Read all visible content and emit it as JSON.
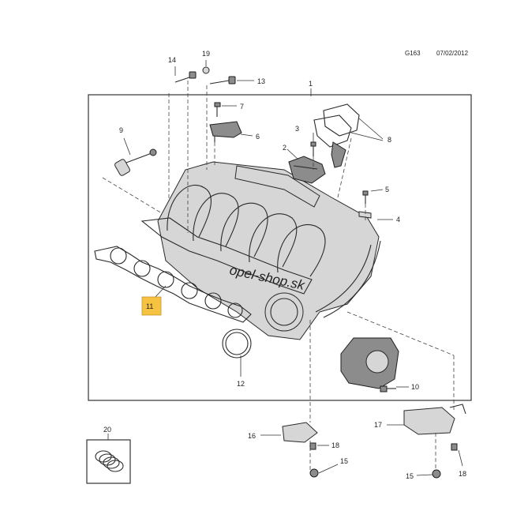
{
  "header": {
    "code": "G163",
    "date": "07/02/2012"
  },
  "watermark": "opel-shop.sk",
  "callouts": {
    "c1": "1",
    "c2": "2",
    "c3": "3",
    "c4": "4",
    "c5": "5",
    "c6": "6",
    "c7": "7",
    "c8": "8",
    "c9": "9",
    "c10": "10",
    "c11": "11",
    "c12": "12",
    "c13": "13",
    "c14": "14",
    "c15a": "15",
    "c15b": "15",
    "c16": "16",
    "c17": "17",
    "c18a": "18",
    "c18b": "18",
    "c19": "19",
    "c20": "20"
  },
  "highlight": {
    "callout": "11",
    "color": "#f5c242"
  }
}
